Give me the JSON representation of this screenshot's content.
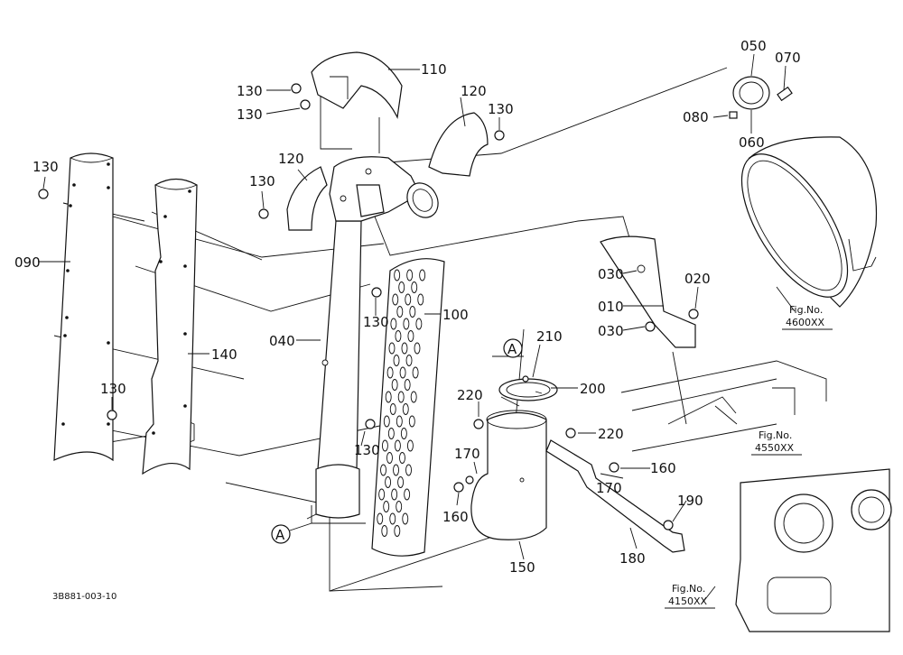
{
  "diagram": {
    "drawing_number": "3B881-003-10",
    "view_marker": "A",
    "callouts": {
      "p010": "010",
      "p020": "020",
      "p030a": "030",
      "p030b": "030",
      "p040": "040",
      "p050": "050",
      "p060": "060",
      "p070": "070",
      "p080": "080",
      "p090": "090",
      "p100": "100",
      "p110": "110",
      "p120a": "120",
      "p120b": "120",
      "p130a": "130",
      "p130b": "130",
      "p130c": "130",
      "p130d": "130",
      "p130e": "130",
      "p130f": "130",
      "p130g": "130",
      "p130h": "130",
      "p140": "140",
      "p150": "150",
      "p160a": "160",
      "p160b": "160",
      "p170a": "170",
      "p170b": "170",
      "p180": "180",
      "p190": "190",
      "p200": "200",
      "p210": "210",
      "p220a": "220",
      "p220b": "220"
    },
    "figure_refs": [
      {
        "label": "Fig.No.",
        "number": "4600XX"
      },
      {
        "label": "Fig.No.",
        "number": "4550XX"
      },
      {
        "label": "Fig.No.",
        "number": "4150XX"
      }
    ]
  }
}
